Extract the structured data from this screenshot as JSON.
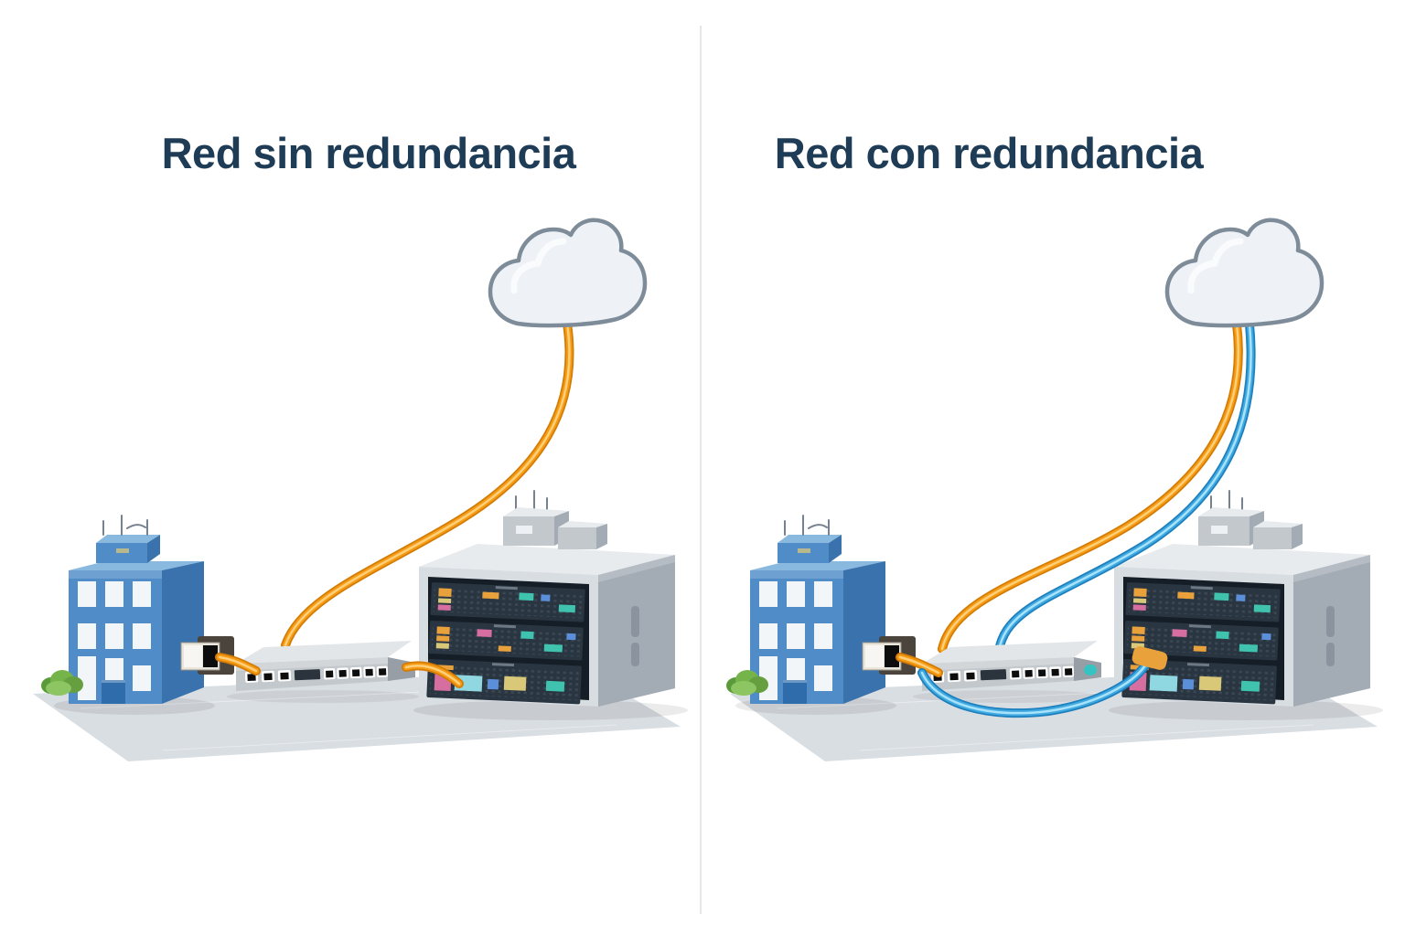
{
  "diagram": {
    "left_panel": {
      "title": "Red sin redundancia",
      "redundant": false,
      "nodes": [
        "internet-cloud",
        "office-building",
        "network-switch",
        "server-rack"
      ],
      "connections": [
        {
          "from": "internet-cloud",
          "to": "network-switch",
          "cable": "orange",
          "role": "single-wan-link"
        },
        {
          "from": "office-building",
          "to": "network-switch",
          "cable": "orange",
          "role": "lan-link"
        },
        {
          "from": "network-switch",
          "to": "server-rack",
          "cable": "orange",
          "role": "lan-link"
        }
      ]
    },
    "right_panel": {
      "title": "Red con redundancia",
      "redundant": true,
      "nodes": [
        "internet-cloud",
        "office-building",
        "network-switch",
        "server-rack"
      ],
      "connections": [
        {
          "from": "internet-cloud",
          "to": "network-switch",
          "cable": "orange",
          "role": "primary-wan-link"
        },
        {
          "from": "internet-cloud",
          "to": "network-switch",
          "cable": "blue",
          "role": "redundant-wan-link"
        },
        {
          "from": "office-building",
          "to": "network-switch",
          "cable": "orange",
          "role": "lan-link"
        },
        {
          "from": "network-switch",
          "to": "server-rack",
          "cable": "blue",
          "role": "redundant-lan-link"
        }
      ]
    }
  },
  "colors": {
    "title": "#1e3c55",
    "background": "#ffffff",
    "divider": "#dcdfe2",
    "cable-orange": "#f59c14",
    "cable-orange-dark": "#d47b05",
    "cable-orange-light": "#ffcf7a",
    "cable-blue": "#3fa9e0",
    "cable-blue-dark": "#1d7fbd",
    "cable-blue-light": "#a8e2fb",
    "building-front": "#4f8cc8",
    "building-side": "#3a72ad",
    "building-top": "#8ab9e0",
    "window": "#f3f6f8",
    "door": "#2e6cab",
    "cloud-fill": "#eef2f7",
    "cloud-stroke": "#7e8c9a",
    "ground": "#d9dee3",
    "switch-top": "#e3e6e9",
    "switch-front": "#c3c8cd",
    "switch-cap": "#979ea6",
    "port-dark": "#0d0d0d",
    "rack-frame": "#d8dde2",
    "rack-side": "#a3acb5",
    "rack-top": "#e7ebee",
    "rack-inner": "#151e27",
    "unit": "#2a3542",
    "led-grid": "#3d4955",
    "led-orange": "#e9a13b",
    "led-teal": "#3fc3ae",
    "led-pink": "#d66fa0",
    "led-blue": "#5b8fd9",
    "led-cyan": "#8fd8e2",
    "led-yellow": "#d9c878",
    "bush": "#74b44a",
    "bush-dark": "#5a9a3a",
    "bush-mid": "#659f3f",
    "bush-light": "#8cc561",
    "jack-frame": "#4a443c",
    "jack-face": "#eae6dc",
    "teal-port": "#35c4c2",
    "rack-vent": "#8a939e",
    "antenna": "#76828f"
  }
}
